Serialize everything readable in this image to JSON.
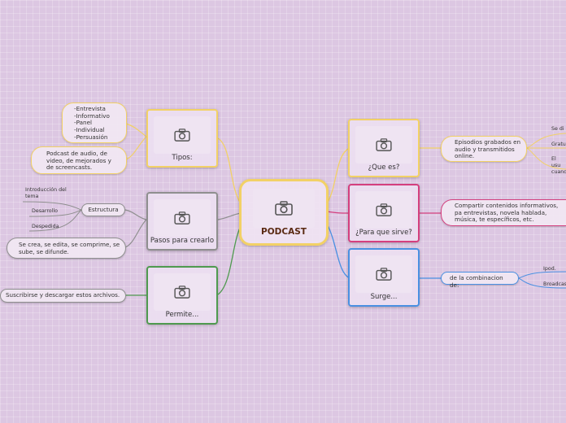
{
  "central": {
    "label": "PODCAST",
    "icon": "camera-icon"
  },
  "left": {
    "tipos": {
      "label": "Tipos:",
      "list": "-Entrevista\n-Informativo\n-Panel\n-Individual\n-Persuasión",
      "desc": "Podcast de audio, de video, de mejorados y de screencasts."
    },
    "pasos": {
      "label": "Pasos para crearlo",
      "estructura": "Estructura",
      "estructura_items": [
        "Introducción del tema",
        "Desarrollo",
        "Despedida"
      ],
      "process": "Se crea, se edita, se comprime, se sube, se difunde."
    },
    "permite": {
      "label": "Permite...",
      "child": "Suscribirse y descargar estos archivos."
    }
  },
  "right": {
    "que_es": {
      "label": "¿Que es?",
      "child": "Episodios grabados en audio y transmitidos online.",
      "sub": [
        "Se di",
        "Gratu",
        "El usu cuand"
      ]
    },
    "para_que": {
      "label": "¿Para que sirve?",
      "child": "Compartir contenidos informativos, pa entrevistas, novela hablada, música, te específicos, etc."
    },
    "surge": {
      "label": "Surge...",
      "child": "de la combinacion de:",
      "sub": [
        "Ipod.",
        "Broadcas"
      ]
    }
  },
  "colors": {
    "yellow": "#f2d166",
    "gray": "#8f8f8f",
    "green": "#4f9a4f",
    "pink": "#d43f7e",
    "blue": "#4a90e2"
  }
}
